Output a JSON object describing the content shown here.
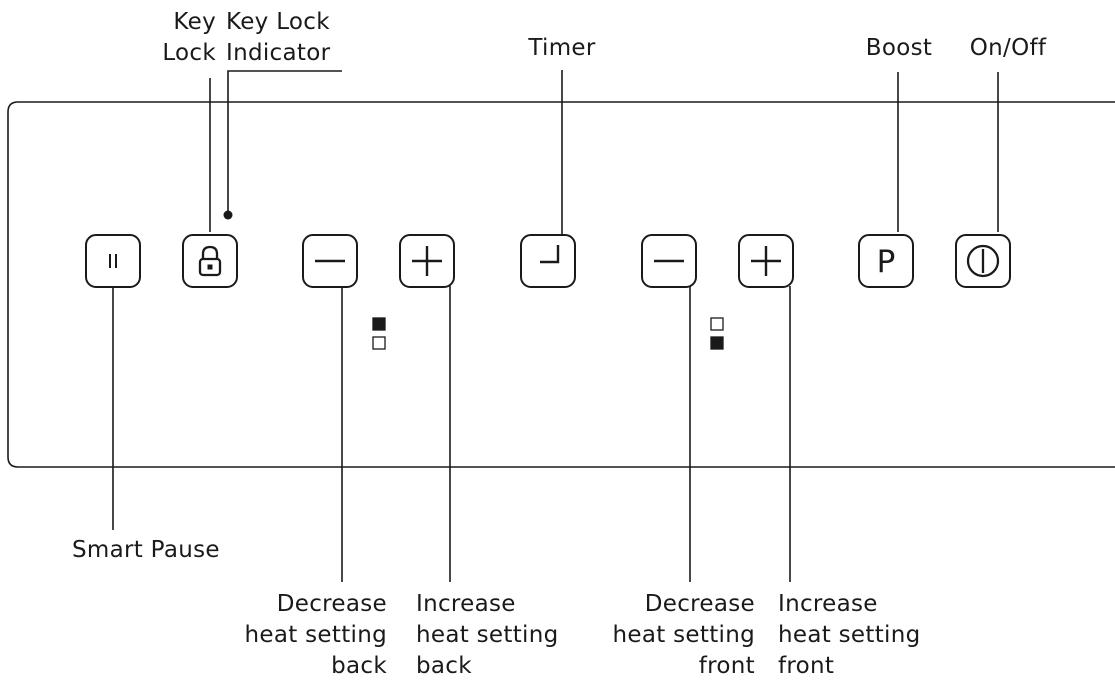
{
  "labels": {
    "key_lock": "Key\nLock",
    "key_lock_indicator": "Key Lock\nIndicator",
    "timer": "Timer",
    "boost": "Boost",
    "on_off": "On/Off",
    "smart_pause": "Smart Pause",
    "decrease_back": "Decrease\nheat setting\nback",
    "increase_back": "Increase\nheat setting\nback",
    "decrease_front": "Decrease\nheat setting\nfront",
    "increase_front": "Increase\nheat setting\nfront"
  },
  "keys": {
    "boost_glyph": "P"
  },
  "zone_indicators": {
    "back": [
      "filled",
      "empty"
    ],
    "front": [
      "empty",
      "filled"
    ]
  },
  "colors": {
    "stroke": "#1a1a1a",
    "background": "#ffffff"
  }
}
